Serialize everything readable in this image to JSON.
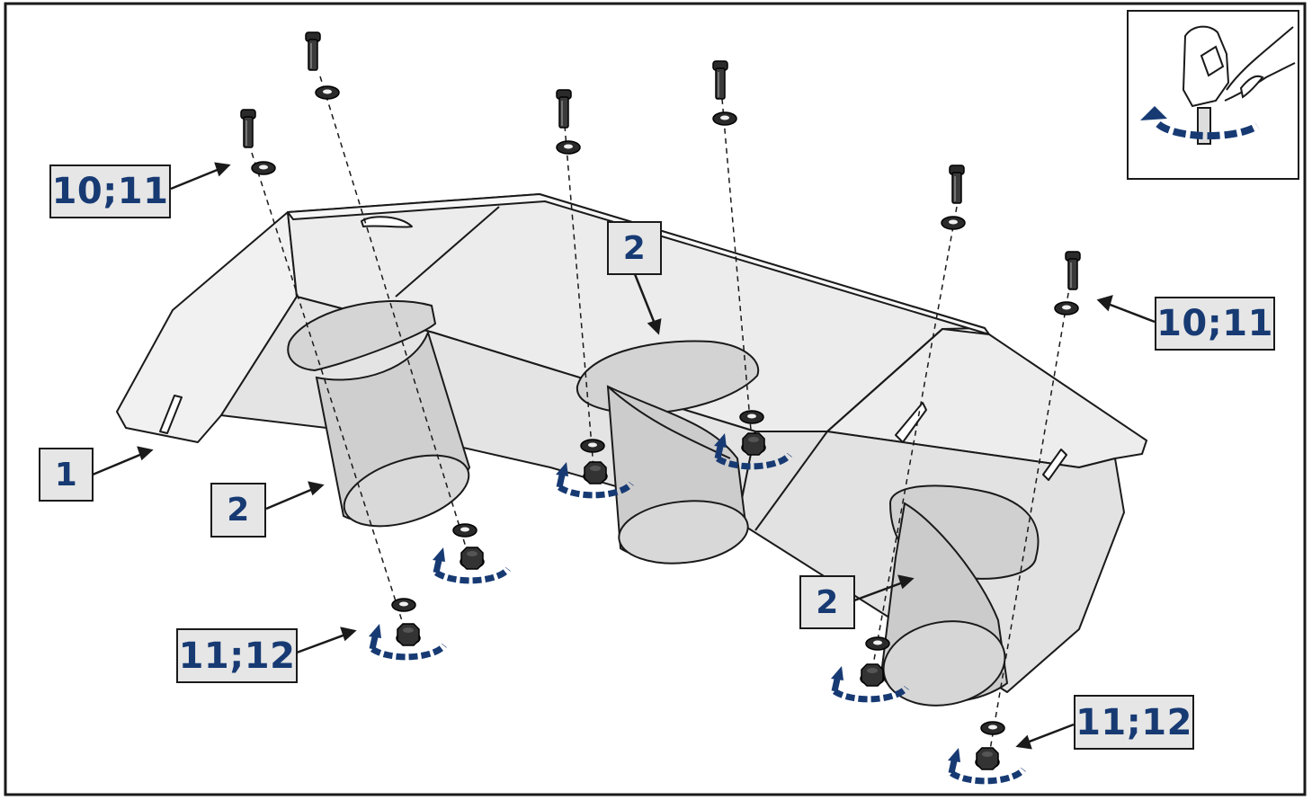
{
  "callouts": {
    "part_1": "1",
    "part_2_left": "2",
    "part_2_center": "2",
    "part_2_right": "2",
    "bolt_washer_left": "10;11",
    "bolt_washer_right": "10;11",
    "washer_nut_left": "11;12",
    "washer_nut_right": "11;12"
  },
  "colors": {
    "callout_text": "#173a73",
    "callout_fill": "#e6e6e6",
    "rotation_arrow": "#173a73",
    "outline": "#1a1a1a",
    "part_fill": "#e9e9e9",
    "pipe_fill": "#d8d8d8"
  },
  "icons": {
    "detail_inset": "hand-tightening-bolt-icon",
    "fastener": "bolt-icon",
    "rotation": "rotation-arrow-icon"
  }
}
